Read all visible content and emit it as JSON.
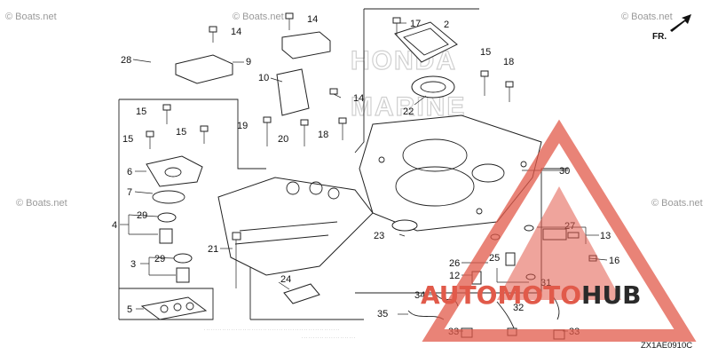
{
  "watermarks": {
    "small": "© Boats.net",
    "large_line1": "HONDA",
    "large_line2": "MARINE"
  },
  "callouts": [
    {
      "id": "c2",
      "label": "2"
    },
    {
      "id": "c3",
      "label": "3"
    },
    {
      "id": "c4",
      "label": "4"
    },
    {
      "id": "c5",
      "label": "5"
    },
    {
      "id": "c6",
      "label": "6"
    },
    {
      "id": "c7",
      "label": "7"
    },
    {
      "id": "c9",
      "label": "9"
    },
    {
      "id": "c10",
      "label": "10"
    },
    {
      "id": "c12",
      "label": "12"
    },
    {
      "id": "c13",
      "label": "13"
    },
    {
      "id": "c14a",
      "label": "14"
    },
    {
      "id": "c14b",
      "label": "14"
    },
    {
      "id": "c14c",
      "label": "14"
    },
    {
      "id": "c15a",
      "label": "15"
    },
    {
      "id": "c15b",
      "label": "15"
    },
    {
      "id": "c15c",
      "label": "15"
    },
    {
      "id": "c15d",
      "label": "15"
    },
    {
      "id": "c16",
      "label": "16"
    },
    {
      "id": "c17",
      "label": "17"
    },
    {
      "id": "c18a",
      "label": "18"
    },
    {
      "id": "c18b",
      "label": "18"
    },
    {
      "id": "c19",
      "label": "19"
    },
    {
      "id": "c20",
      "label": "20"
    },
    {
      "id": "c21",
      "label": "21"
    },
    {
      "id": "c22",
      "label": "22"
    },
    {
      "id": "c23",
      "label": "23"
    },
    {
      "id": "c24",
      "label": "24"
    },
    {
      "id": "c25",
      "label": "25"
    },
    {
      "id": "c26",
      "label": "26"
    },
    {
      "id": "c27",
      "label": "27"
    },
    {
      "id": "c28",
      "label": "28"
    },
    {
      "id": "c29a",
      "label": "29"
    },
    {
      "id": "c29b",
      "label": "29"
    },
    {
      "id": "c30",
      "label": "30"
    },
    {
      "id": "c31",
      "label": "31"
    },
    {
      "id": "c32",
      "label": "32"
    },
    {
      "id": "c33a",
      "label": "33"
    },
    {
      "id": "c33b",
      "label": "33"
    },
    {
      "id": "c34",
      "label": "34"
    },
    {
      "id": "c35",
      "label": "35"
    }
  ],
  "direction_label": "FR.",
  "diagram_code": "ZX1AE0910C",
  "logo": {
    "part1": "AUTOMOTO",
    "part2": "HUB",
    "accent_color": "#e15a4a",
    "dark_color": "#2a2a2a"
  },
  "colors": {
    "line": "#222222",
    "watermark": "#9a9a9a",
    "triangle": "#e15a4a"
  }
}
